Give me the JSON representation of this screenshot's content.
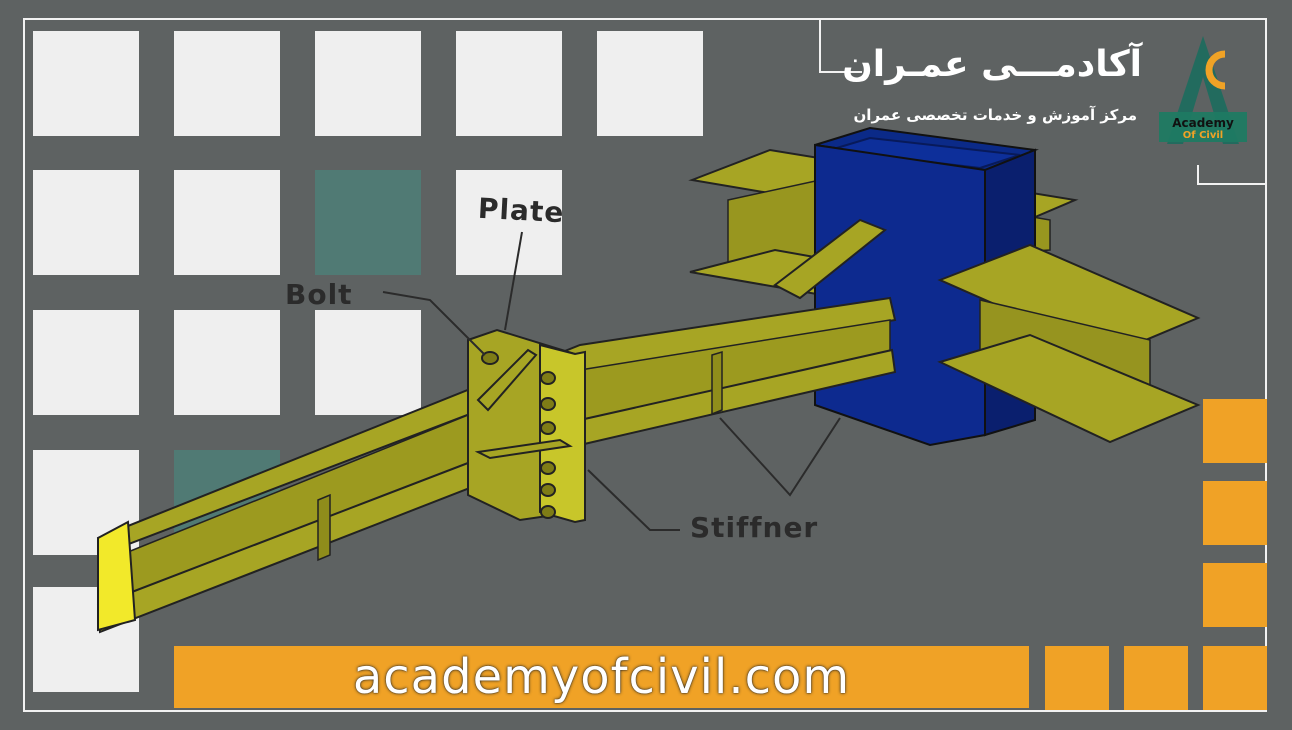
{
  "brand": {
    "title": "آکادمـــی عمـران",
    "subtitle": "مرکز آموزش و خدمات تخصصی عمران",
    "logo_line1": "Academy",
    "logo_line2": "Of Civil"
  },
  "diagram": {
    "labels": {
      "plate": "Plate",
      "bolt": "Bolt",
      "stiffener": "Stiffner"
    }
  },
  "footer": {
    "url": "academyofcivil.com"
  },
  "colors": {
    "background": "#5e6262",
    "beam": "#a7a524",
    "column": "#0d2a8f",
    "accent_orange": "#f0a226",
    "tile_light": "#efefef",
    "tile_teal": "#4f7b75"
  }
}
